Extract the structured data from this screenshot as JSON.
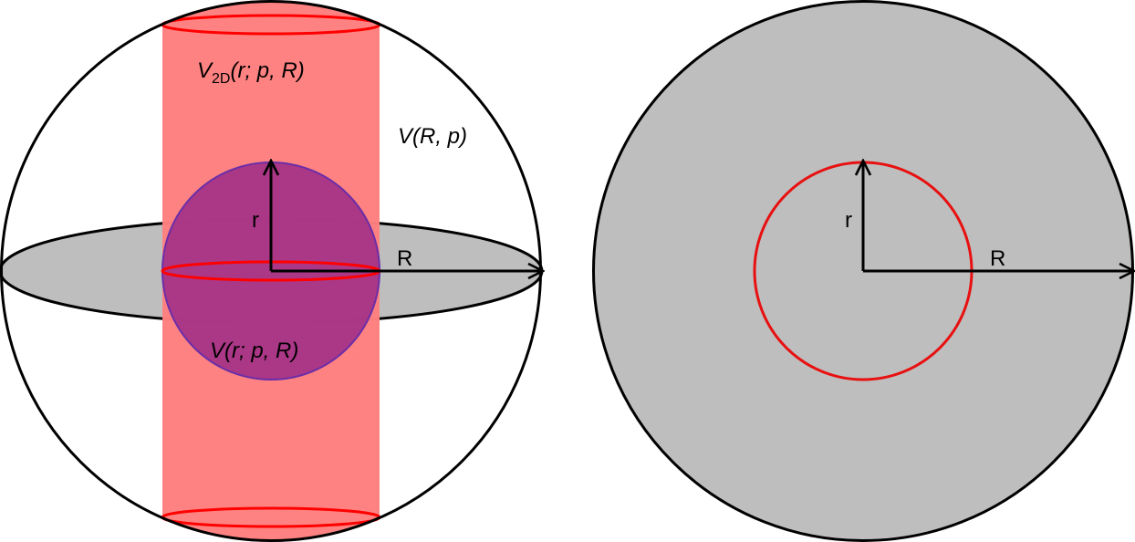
{
  "left_panel": {
    "label_cylinder_base": "V",
    "label_cylinder_sub": "2D",
    "label_cylinder_args": "(r; p, R)",
    "label_sphere_big": "V(R, p)",
    "label_sphere_small": "V(r; p, R)",
    "label_r": "r",
    "label_R": "R"
  },
  "right_panel": {
    "label_r": "r",
    "label_R": "R"
  },
  "colors": {
    "outline": "#000000",
    "disk_fill": "#bebebe",
    "cylinder_fill": "#ff7f7f",
    "cylinder_edge": "#ff0000",
    "small_sphere_fill": "#8b1a89",
    "small_sphere_edge": "#6a2ea8",
    "inner_circle": "#e81010"
  }
}
